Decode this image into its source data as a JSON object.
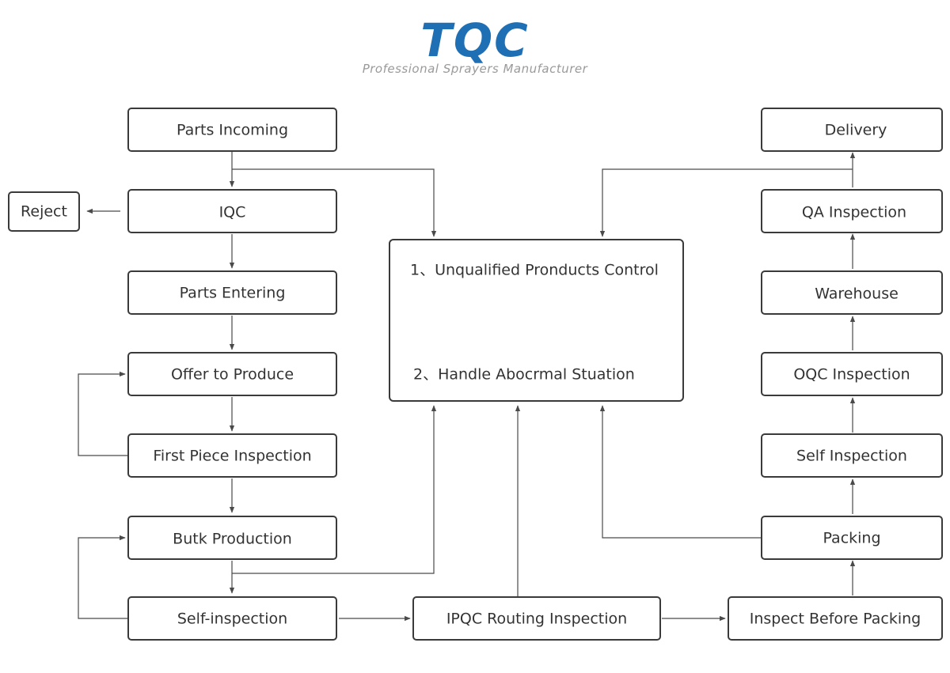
{
  "header": {
    "logo": "TQC",
    "tagline": "Professional Sprayers Manufacturer"
  },
  "nodes": {
    "parts_incoming": "Parts Incoming",
    "iqc": "IQC",
    "reject": "Reject",
    "parts_entering": "Parts Entering",
    "offer_to_produce": "Offer to Produce",
    "first_piece_inspection": "First Piece Inspection",
    "butk_production": "Butk Production",
    "self_inspection_left": "Self-inspection",
    "ipqc_routing_inspection": "IPQC Routing Inspection",
    "inspect_before_packing": "Inspect Before Packing",
    "packing": "Packing",
    "self_inspection_right": "Self Inspection",
    "oqc_inspection": "OQC Inspection",
    "warehouse": "Warehouse",
    "qa_inspection": "QA Inspection",
    "delivery": "Delivery"
  },
  "center": {
    "line1": "1、Unqualified Pronducts Control",
    "line2": "2、Handle Abocrmal Stuation"
  },
  "colors": {
    "logo": "#1f6fb5",
    "tagline": "#9a9a9a",
    "border": "#3a3a3a",
    "text": "#333333"
  }
}
